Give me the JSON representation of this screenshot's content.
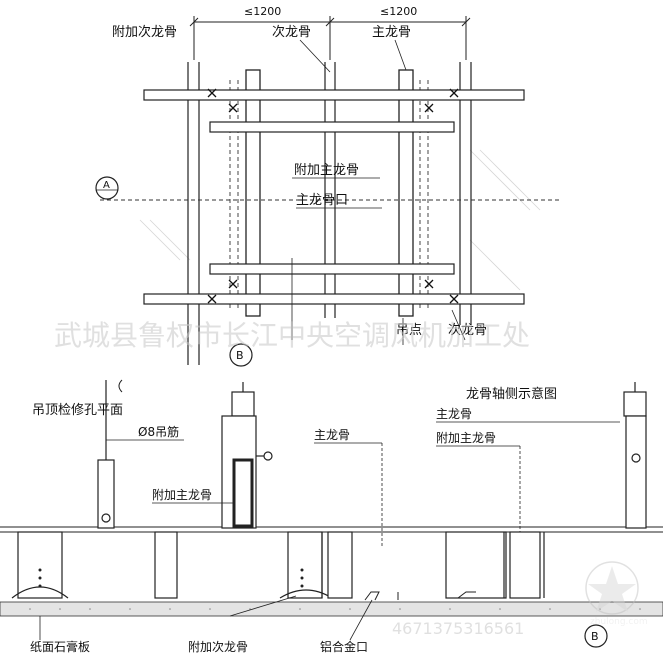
{
  "plan": {
    "dim_left": "≤1200",
    "dim_right": "≤1200",
    "label_additional_secondary": "附加次龙骨",
    "label_secondary": "次龙骨",
    "label_main": "主龙骨",
    "label_additional_main": "附加主龙骨",
    "label_main_opening": "主龙骨口",
    "label_hanger_point": "吊点",
    "label_secondary_right": "次龙骨",
    "axis_a": "A",
    "axis_b": "B"
  },
  "watermark": {
    "text": "武城县鲁权市长江中央空调风机加工处",
    "phone": "4671375316561",
    "seal": "zhulong.com"
  },
  "sections": {
    "left_title": "吊顶检修孔平面",
    "rod_label": "Ø8吊筋",
    "paper_gypsum_board": "纸面石膏板",
    "additional_main_mid": "附加主龙骨",
    "main_mid": "主龙骨",
    "additional_secondary_bottom": "附加次龙骨",
    "aluminum_opening": "铝合金口",
    "iso_title": "龙骨轴侧示意图",
    "iso_main": "主龙骨",
    "iso_additional_main": "附加主龙骨",
    "axis_b": "B"
  }
}
